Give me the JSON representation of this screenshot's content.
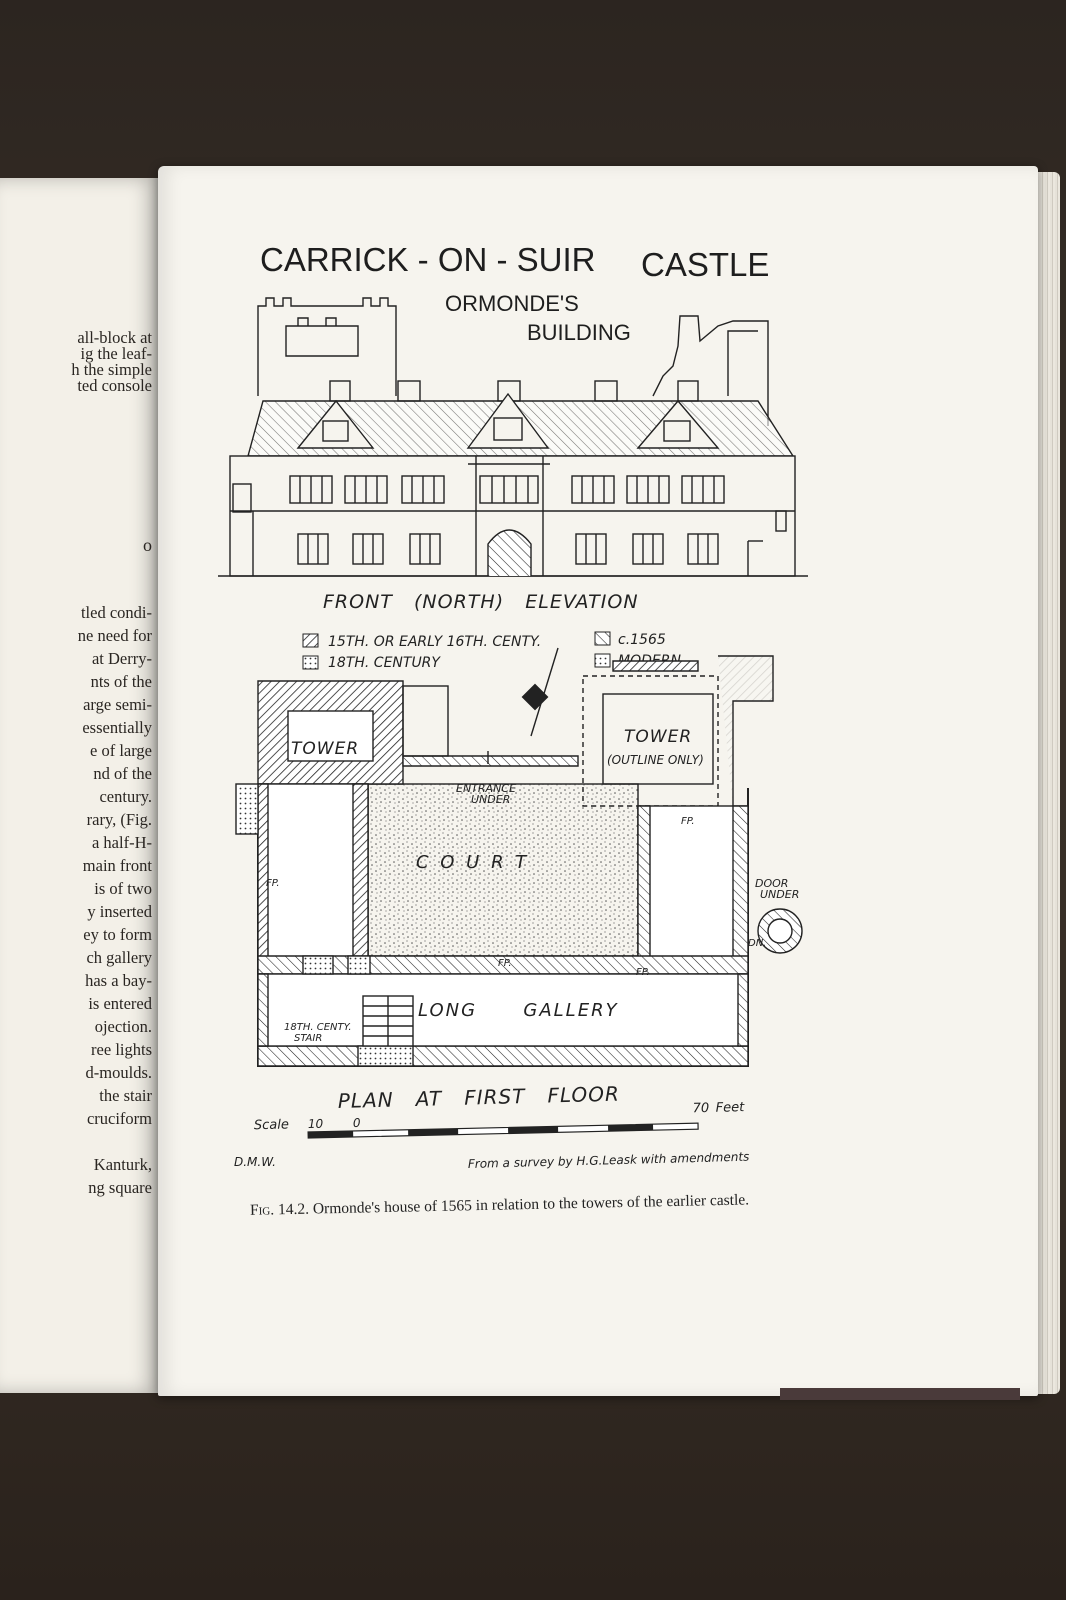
{
  "left_page": {
    "lines_top": [
      "all-block at",
      "ig the leaf-",
      "h the simple",
      "ted console"
    ],
    "fragment": "o",
    "lines_mid": [
      "tled condi-",
      "ne need for",
      "at Derry-",
      "nts of the",
      "arge semi-",
      "essentially",
      "e of large",
      "nd of the",
      "century.",
      "rary, (Fig.",
      "a half-H-",
      "main front",
      "is of two",
      "y inserted",
      "ey to form",
      "ch gallery",
      "has a bay-",
      "is entered",
      "ojection.",
      "ree lights",
      "d-moulds.",
      "the stair",
      "cruciform"
    ],
    "lines_bottom": [
      "Kanturk,",
      "ng square"
    ]
  },
  "plate": {
    "title_left": "CARRICK - ON - SUIR",
    "title_right": "CASTLE",
    "subtitle_1": "ORMONDE'S",
    "subtitle_2": "BUILDING",
    "elevation_label": "FRONT   (NORTH)   ELEVATION",
    "legend": {
      "a": "15TH. OR EARLY 16TH. CENTY.",
      "b": "18TH. CENTURY",
      "c": "c.1565",
      "d": "MODERN"
    },
    "labels": {
      "tower_west": "TOWER",
      "tower_east": "TOWER",
      "tower_east_note": "(OUTLINE  ONLY)",
      "entrance": "ENTRANCE",
      "entrance_2": "UNDER",
      "court": "C  O  U  R  T",
      "long_gallery": "LONG      GALLERY",
      "stair_1": "18TH. CENTY.",
      "stair_2": "STAIR",
      "door_1": "DOOR",
      "door_2": "UNDER",
      "fp": "FP.",
      "dn": "DN."
    },
    "plan_label": "PLAN   AT   FIRST   FLOOR",
    "scale": {
      "word": "Scale",
      "left": "10",
      "zero": "0",
      "right": "70",
      "unit": "Feet"
    },
    "initials": "D.M.W.",
    "credit": "From a survey by H.G.Leask with amendments",
    "caption_fig": "Fig. 14.2.",
    "caption_text": " Ormonde's house of 1565 in relation to the towers of the earlier castle."
  }
}
